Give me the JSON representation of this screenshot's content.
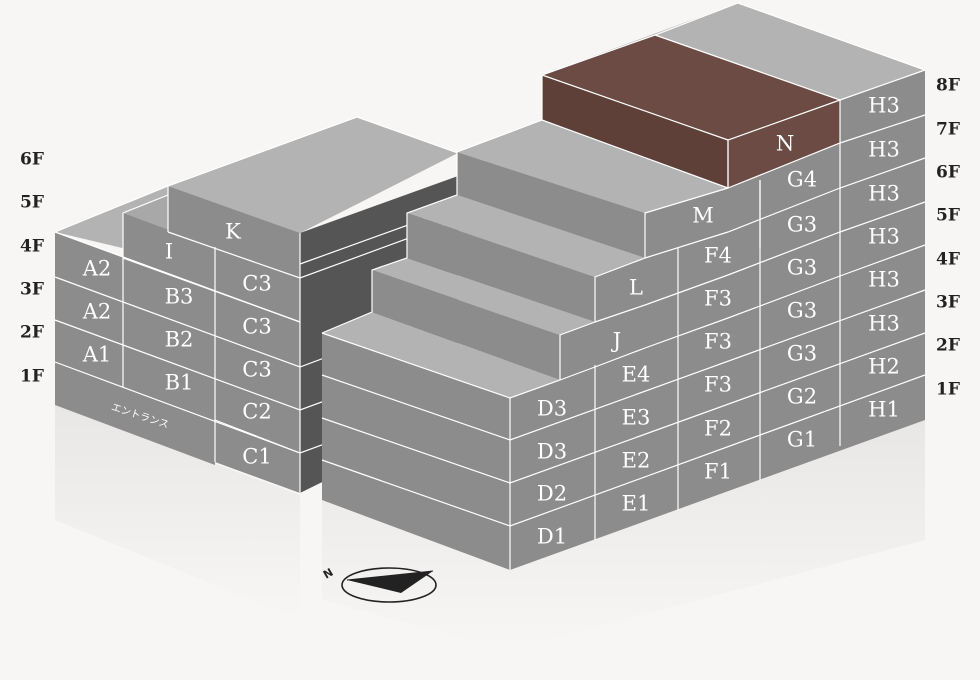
{
  "colors": {
    "background": "#f7f6f5",
    "top": "#b3b3b3",
    "front": "#8c8c8c",
    "side": "#7a7a7a",
    "dark_side": "#555555",
    "highlight": "#6b4b44",
    "edge": "#ffffff"
  },
  "floor_labels_left": [
    "6F",
    "5F",
    "4F",
    "3F",
    "2F",
    "1F"
  ],
  "floor_labels_right": [
    "8F",
    "7F",
    "6F",
    "5F",
    "4F",
    "3F",
    "2F",
    "1F"
  ],
  "entrance_label": "エントランス",
  "highlighted_unit": "N",
  "units": {
    "A": [
      "A2",
      "A2",
      "A1"
    ],
    "B": [
      "I",
      "B3",
      "B2",
      "B1"
    ],
    "C": [
      "K",
      "C3",
      "C3",
      "C3",
      "C2",
      "C1"
    ],
    "D": [
      "D3",
      "D3",
      "D2",
      "D1"
    ],
    "E": [
      "J",
      "E4",
      "E3",
      "E2",
      "E1"
    ],
    "F": [
      "L",
      "F4",
      "F3",
      "F3",
      "F3",
      "F2",
      "F1"
    ],
    "G": [
      "M",
      "G4",
      "G3",
      "G3",
      "G3",
      "G3",
      "G2",
      "G1"
    ],
    "H": [
      "H3",
      "H3",
      "H3",
      "H3",
      "H3",
      "H3",
      "H2",
      "H1"
    ],
    "N": "N"
  },
  "compass_icon": "compass-north-arrow-icon",
  "compass_label": "N"
}
